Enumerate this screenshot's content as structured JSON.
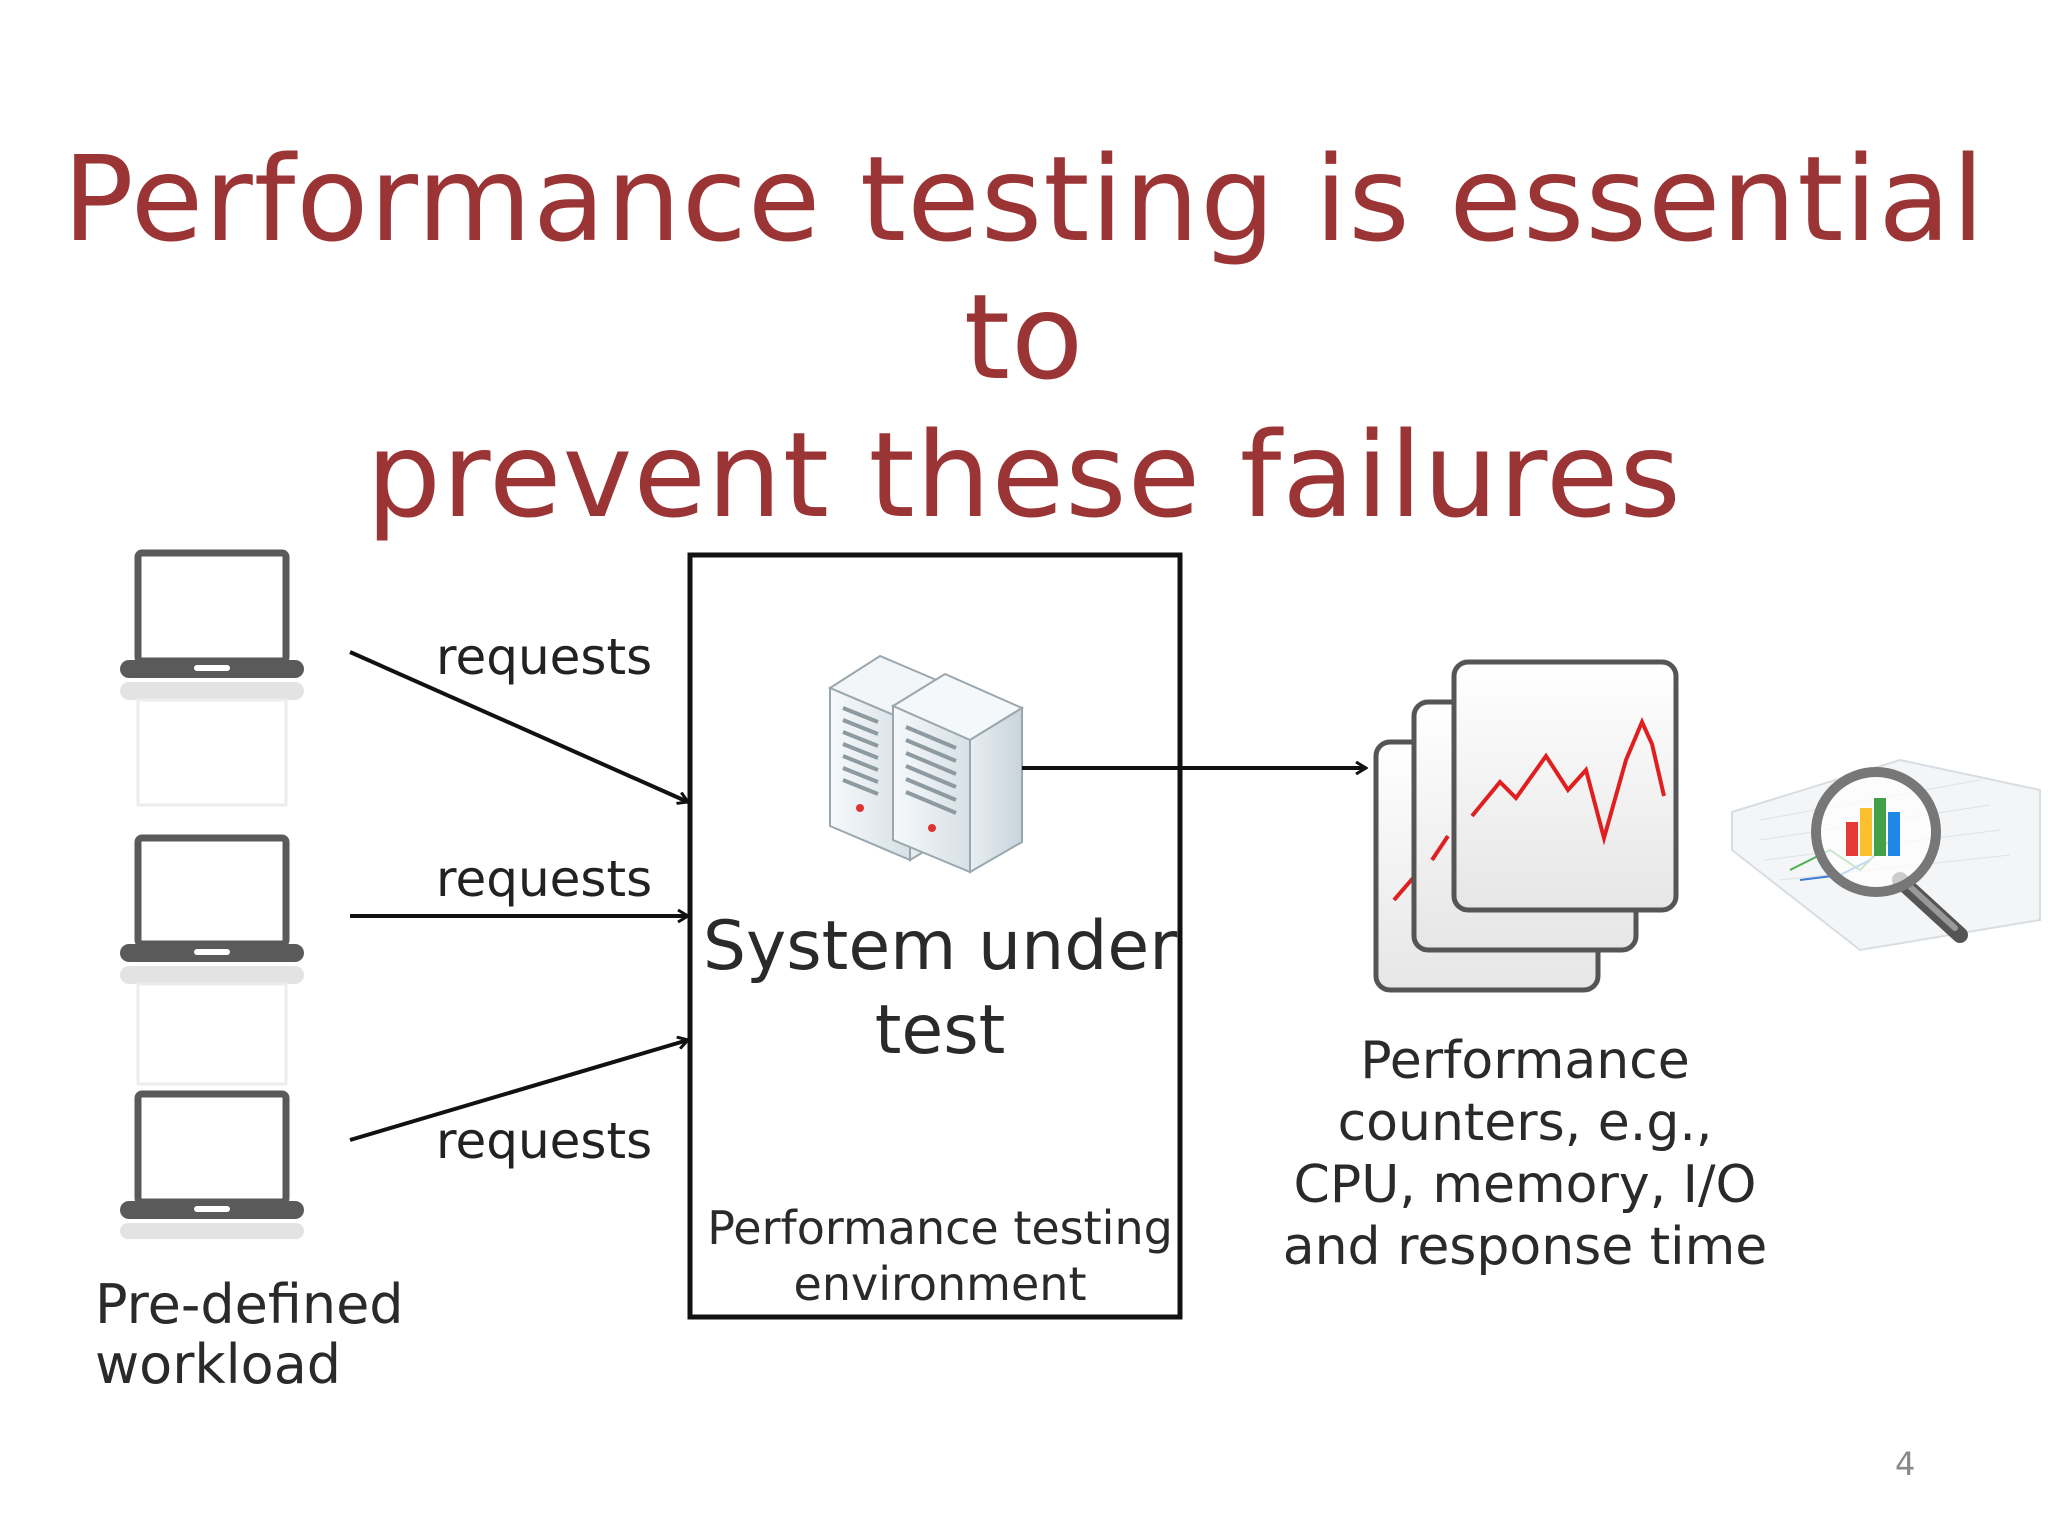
{
  "title": {
    "line1": "Performance testing is essential to",
    "line2": "prevent these failures"
  },
  "clients": {
    "request_labels": [
      "requests",
      "requests",
      "requests"
    ],
    "workload_line1": "Pre-defined",
    "workload_line2": "workload"
  },
  "system": {
    "name_line1": "System under",
    "name_line2": "test",
    "environment_line1": "Performance testing",
    "environment_line2": "environment"
  },
  "counters": {
    "line1": "Performance",
    "line2": "counters, e.g.,",
    "line3": "CPU, memory, I/O",
    "line4": "and response time"
  },
  "page_number": "4",
  "colors": {
    "title": "#9b3535",
    "chart_line": "#e02020",
    "laptop": "#5a5a5a",
    "arrow": "#111111"
  },
  "icons": [
    "laptop-icon",
    "server-icon",
    "chart-stack-icon",
    "analysis-magnifier-icon"
  ]
}
